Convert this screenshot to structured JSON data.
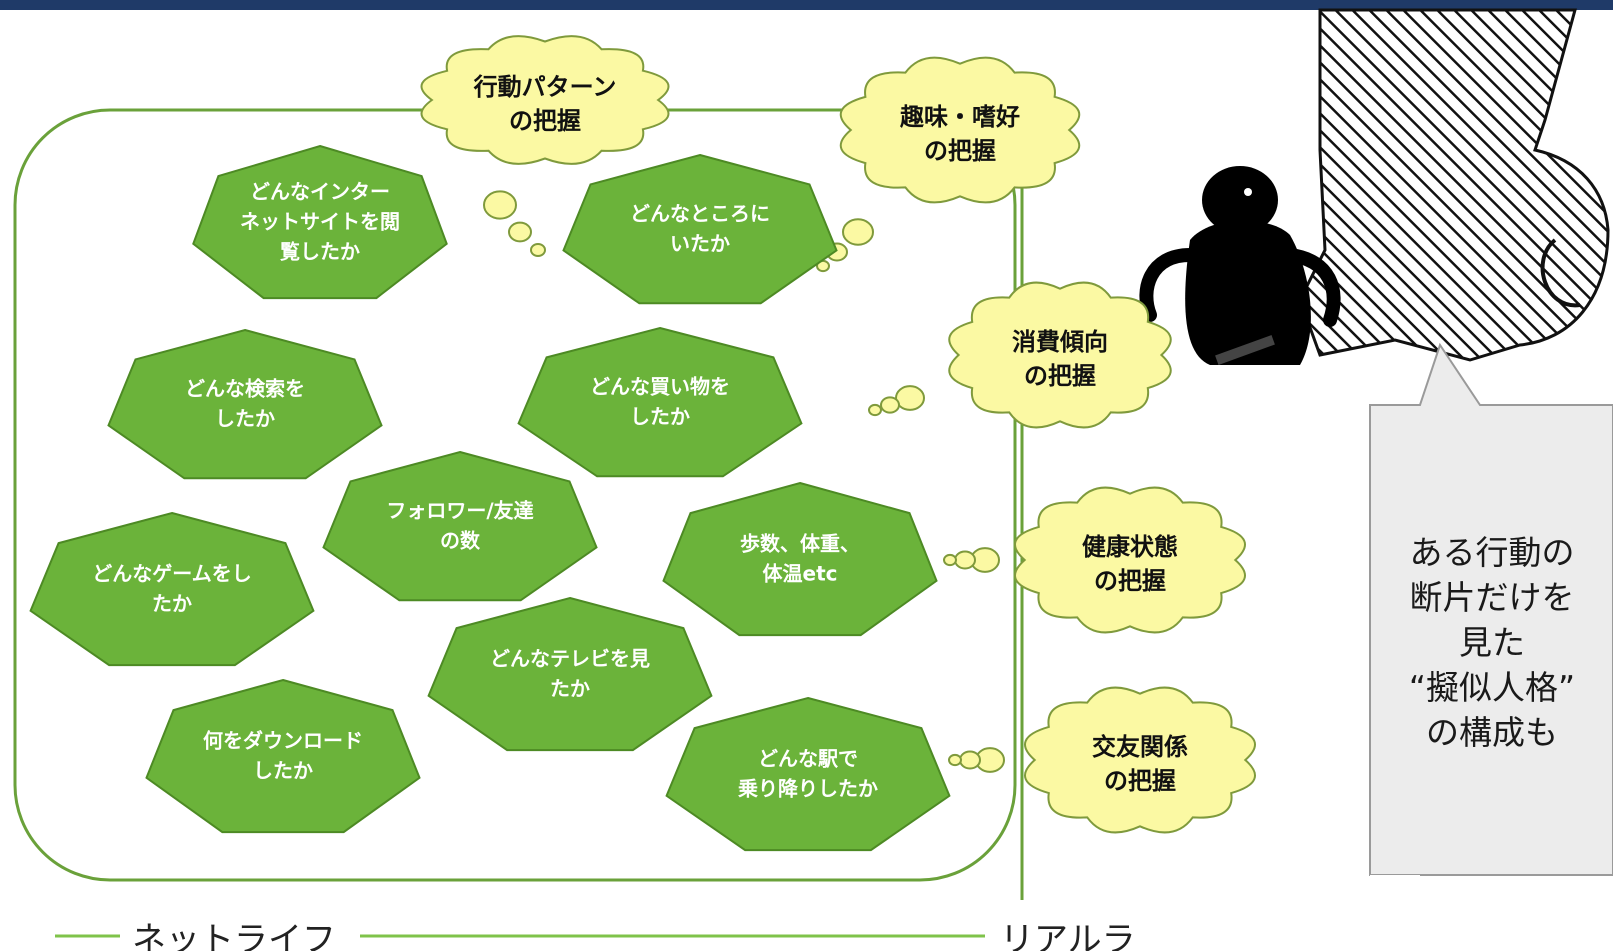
{
  "colors": {
    "top_bar": "#1f3a68",
    "border_green": "#6aa13a",
    "polygon_fill": "#6bb33a",
    "polygon_stroke": "#4d8a24",
    "cloud_fill": "#fbf9a3",
    "cloud_stroke": "#7f9a3c",
    "callout_fill": "#ececec",
    "callout_stroke": "#9a9a9a",
    "hatch": "#111111"
  },
  "polygons": [
    {
      "lines": [
        "どんなインター",
        "ネットサイトを閲",
        "覧したか"
      ]
    },
    {
      "lines": [
        "どんなところに",
        "いたか"
      ]
    },
    {
      "lines": [
        "どんな検索を",
        "したか"
      ]
    },
    {
      "lines": [
        "どんな買い物を",
        "したか"
      ]
    },
    {
      "lines": [
        "フォロワー/友達",
        "の数"
      ]
    },
    {
      "lines": [
        "歩数、体重、",
        "体温etc"
      ]
    },
    {
      "lines": [
        "どんなゲームをし",
        "たか"
      ]
    },
    {
      "lines": [
        "どんなテレビを見",
        "たか"
      ]
    },
    {
      "lines": [
        "何をダウンロード",
        "したか"
      ]
    },
    {
      "lines": [
        "どんな駅で",
        "乗り降りしたか"
      ]
    }
  ],
  "clouds": [
    {
      "lines": [
        "行動パターン",
        "の把握"
      ]
    },
    {
      "lines": [
        "趣味・嗜好",
        "の把握"
      ]
    },
    {
      "lines": [
        "消費傾向",
        "の把握"
      ]
    },
    {
      "lines": [
        "健康状態",
        "の把握"
      ]
    },
    {
      "lines": [
        "交友関係",
        "の把握"
      ]
    }
  ],
  "callout": {
    "lines": [
      "ある行動の",
      "断片だけを",
      "見た",
      "“擬似人格”",
      "の構成も"
    ]
  },
  "bottom": {
    "net_label": "ネットライフ",
    "real_label": "リアルラ"
  },
  "icons": {
    "figure": "silhouette-figure-icon",
    "giant": "hatched-giant-icon"
  }
}
